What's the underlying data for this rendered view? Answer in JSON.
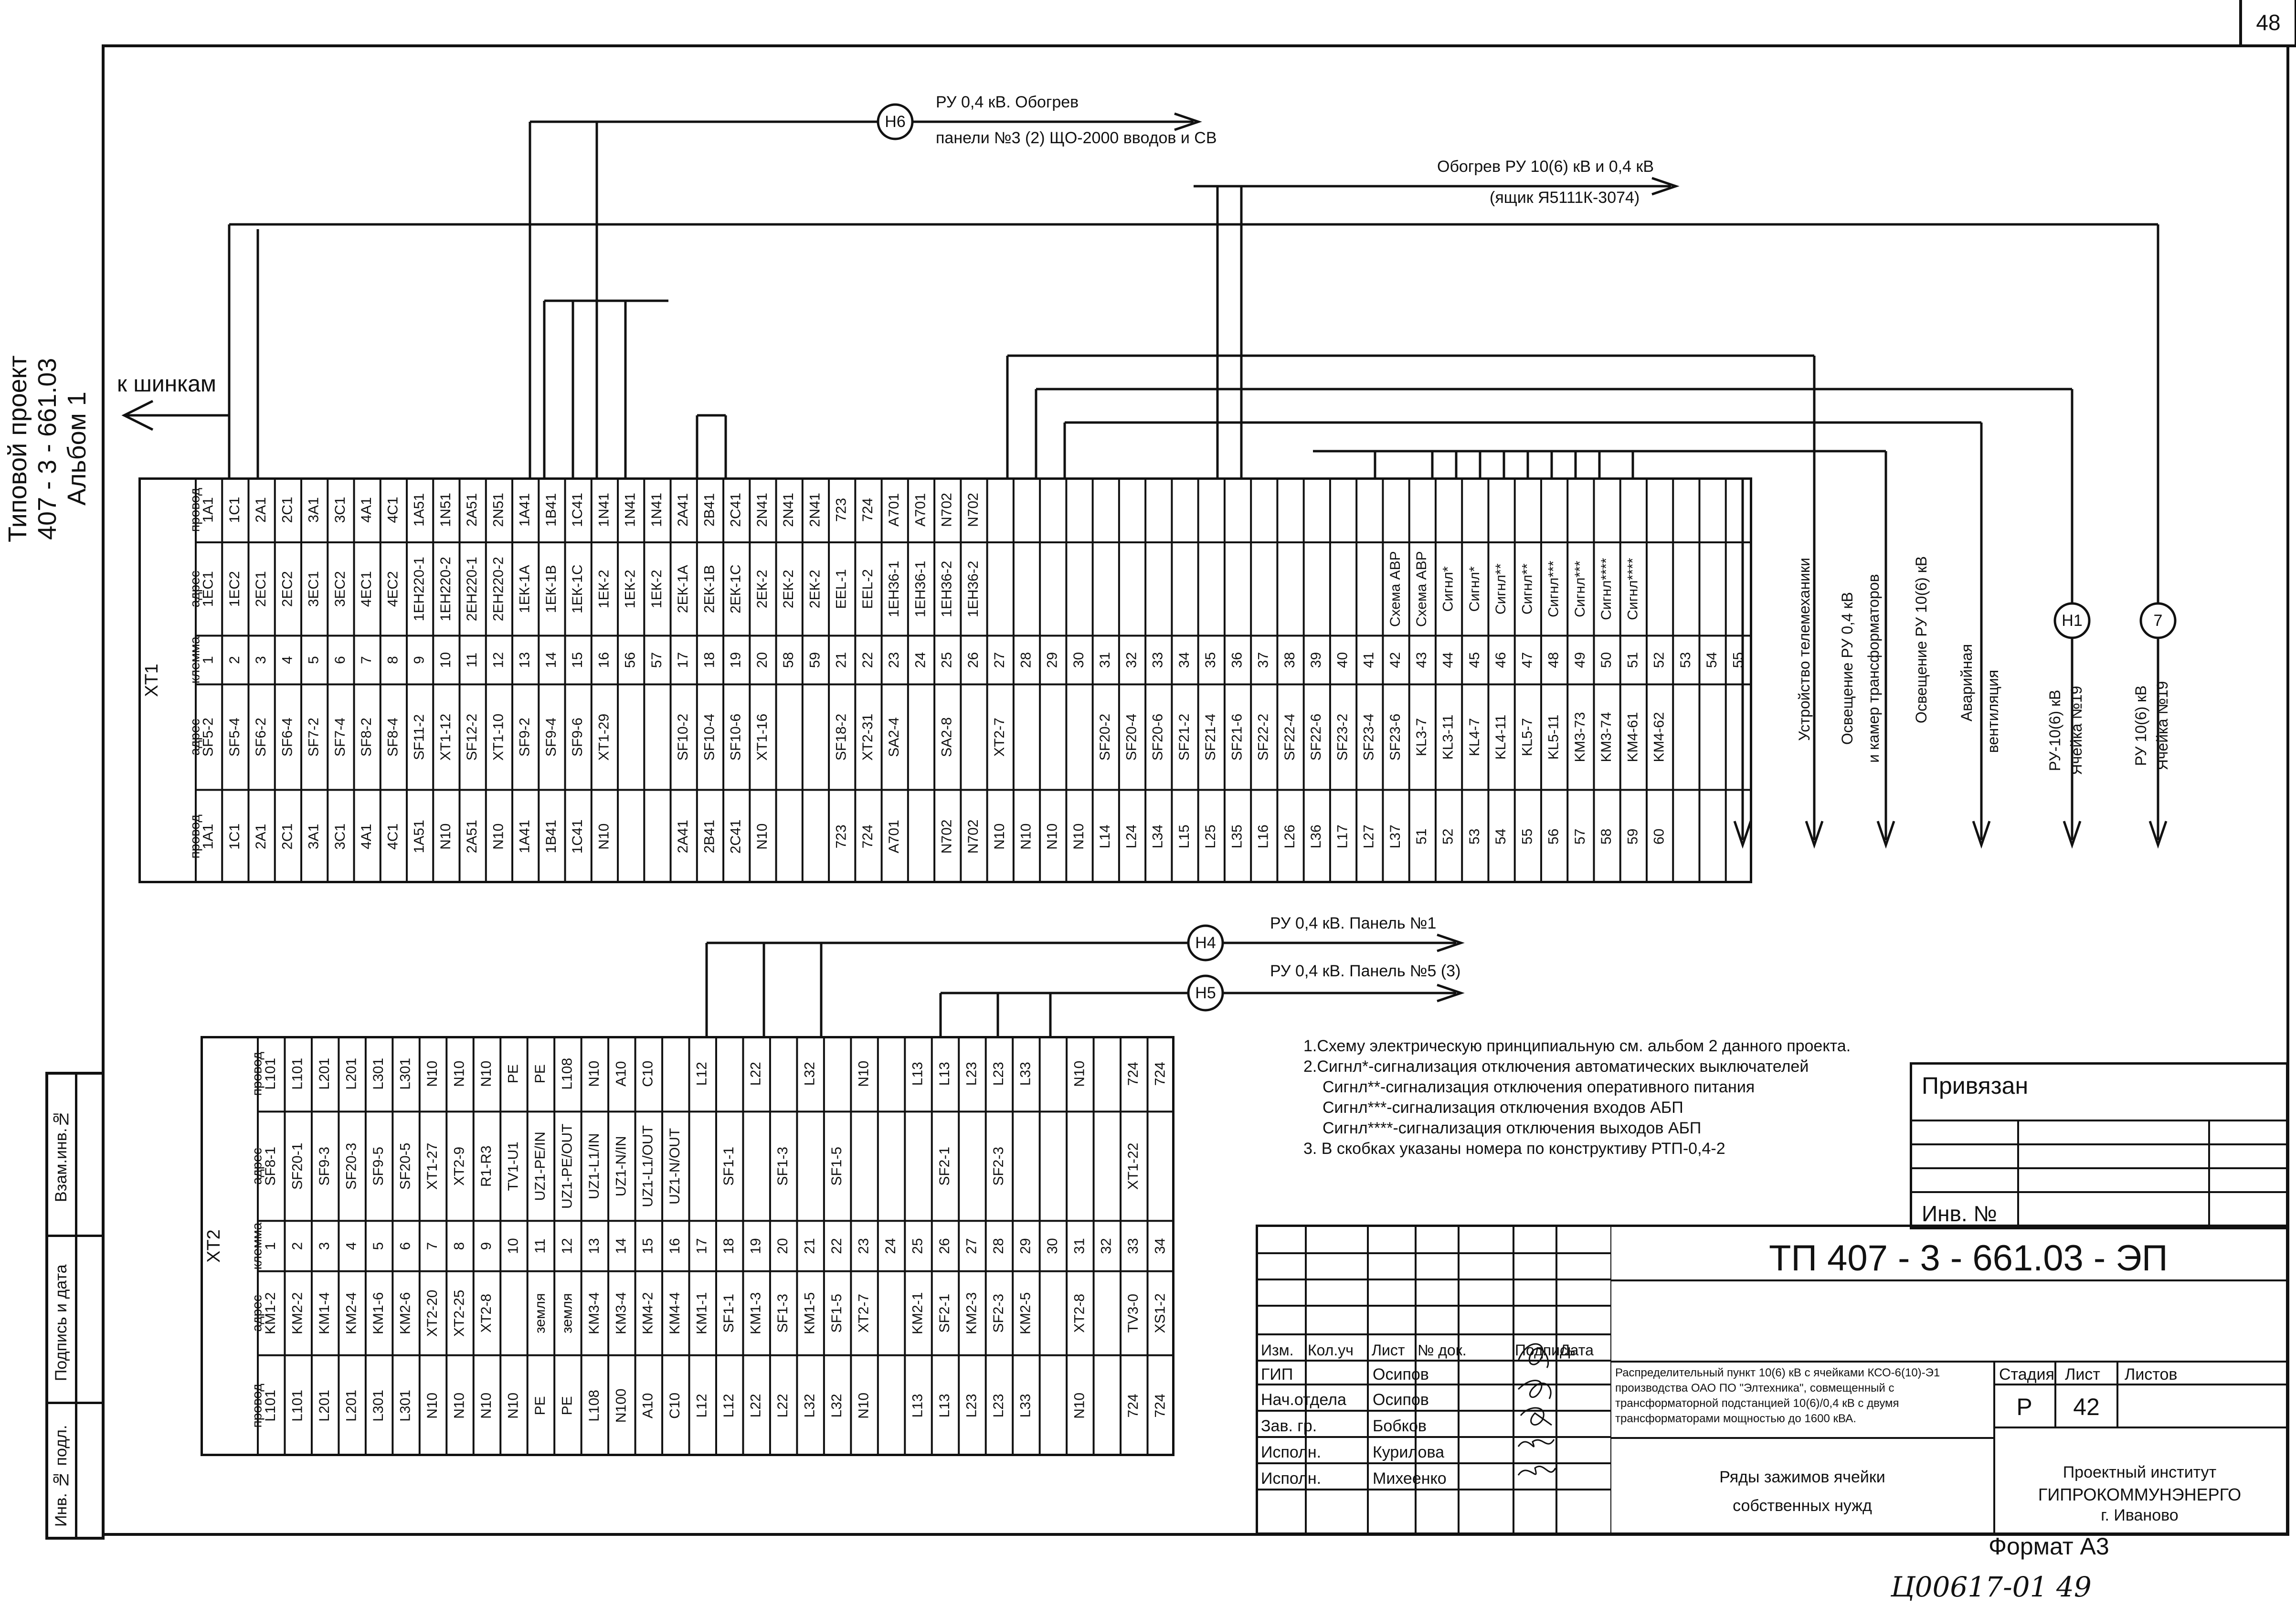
{
  "page": {
    "sheet_corner": "48",
    "format": "Формат А3",
    "handwritten_ref": "Ц00617-01  49"
  },
  "side_title": {
    "line1": "Типовой проект",
    "line2": "407 - 3 - 661.03",
    "line3": "Альбом 1"
  },
  "side_stamp": [
    "Инв. № подл.",
    "Подпись и дата",
    "Взам.инв.№"
  ],
  "arrows": {
    "to_bus": "к шинкам",
    "h6_tag": "Н6",
    "h6_line1": "РУ 0,4 кВ. Обогрев",
    "h6_line2": "панели №3 (2) ЩО-2000 вводов и СВ",
    "heat_line1": "Обогрев РУ 10(6) кВ и 0,4 кВ",
    "heat_line2": "(ящик Я5111К-3074)",
    "h4_tag": "Н4",
    "h4_text": "РУ 0,4 кВ. Панель №1",
    "h5_tag": "Н5",
    "h5_text": "РУ 0,4 кВ. Панель №5 (3)"
  },
  "right_labels": {
    "telemech": "Устройство телемеханики",
    "light04_1": "Освещение РУ 0,4 кВ",
    "light04_2": "и камер трансформаторов",
    "light10": "Освещение РУ 10(6) кВ",
    "vent1": "Аварийная",
    "vent2": "вентиляция",
    "h1_tag": "Н1",
    "h1_1": "РУ-10(6) кВ",
    "h1_2": "Ячейка №19",
    "t7_tag": "7",
    "t7_1": "РУ 10(6) кВ",
    "t7_2": "Ячейка №19"
  },
  "xt1": {
    "title": "XT1",
    "headers": [
      "провод",
      "адрес",
      "клемма",
      "адрес",
      "провод"
    ],
    "rows": [
      [
        "1А1",
        "1ЕС1",
        "1",
        "SF5-2",
        "1А1"
      ],
      [
        "1С1",
        "1ЕС2",
        "2",
        "SF5-4",
        "1С1"
      ],
      [
        "2А1",
        "2ЕС1",
        "3",
        "SF6-2",
        "2А1"
      ],
      [
        "2С1",
        "2ЕС2",
        "4",
        "SF6-4",
        "2С1"
      ],
      [
        "3А1",
        "3ЕС1",
        "5",
        "SF7-2",
        "3А1"
      ],
      [
        "3С1",
        "3ЕС2",
        "6",
        "SF7-4",
        "3С1"
      ],
      [
        "4А1",
        "4ЕС1",
        "7",
        "SF8-2",
        "4А1"
      ],
      [
        "4С1",
        "4ЕС2",
        "8",
        "SF8-4",
        "4С1"
      ],
      [
        "1А51",
        "1ЕН220-1",
        "9",
        "SF11-2",
        "1А51"
      ],
      [
        "1N51",
        "1ЕН220-2",
        "10",
        "XT1-12",
        "N10"
      ],
      [
        "2А51",
        "2ЕН220-1",
        "11",
        "SF12-2",
        "2А51"
      ],
      [
        "2N51",
        "2ЕН220-2",
        "12",
        "XT1-10",
        "N10"
      ],
      [
        "1А41",
        "1ЕК-1А",
        "13",
        "SF9-2",
        "1А41"
      ],
      [
        "1В41",
        "1ЕК-1В",
        "14",
        "SF9-4",
        "1В41"
      ],
      [
        "1С41",
        "1ЕК-1С",
        "15",
        "SF9-6",
        "1С41"
      ],
      [
        "1N41",
        "1ЕК-2",
        "16",
        "XT1-29",
        "N10"
      ],
      [
        "1N41",
        "1ЕК-2",
        "56",
        "",
        ""
      ],
      [
        "1N41",
        "1ЕК-2",
        "57",
        "",
        ""
      ],
      [
        "2А41",
        "2ЕК-1А",
        "17",
        "SF10-2",
        "2А41"
      ],
      [
        "2В41",
        "2ЕК-1В",
        "18",
        "SF10-4",
        "2В41"
      ],
      [
        "2С41",
        "2ЕК-1С",
        "19",
        "SF10-6",
        "2С41"
      ],
      [
        "2N41",
        "2ЕК-2",
        "20",
        "XT1-16",
        "N10"
      ],
      [
        "2N41",
        "2ЕК-2",
        "58",
        "",
        ""
      ],
      [
        "2N41",
        "2ЕК-2",
        "59",
        "",
        ""
      ],
      [
        "723",
        "ЕЕL-1",
        "21",
        "SF18-2",
        "723"
      ],
      [
        "724",
        "ЕЕL-2",
        "22",
        "XT2-31",
        "724"
      ],
      [
        "А701",
        "1ЕН36-1",
        "23",
        "SA2-4",
        "А701"
      ],
      [
        "А701",
        "1ЕН36-1",
        "24",
        "",
        ""
      ],
      [
        "N702",
        "1ЕН36-2",
        "25",
        "SA2-8",
        "N702"
      ],
      [
        "N702",
        "1ЕН36-2",
        "26",
        "",
        "N702"
      ],
      [
        "",
        "",
        "27",
        "XT2-7",
        "N10"
      ],
      [
        "",
        "",
        "28",
        "",
        "N10"
      ],
      [
        "",
        "",
        "29",
        "",
        "N10"
      ],
      [
        "",
        "",
        "30",
        "",
        "N10"
      ],
      [
        "",
        "",
        "31",
        "SF20-2",
        "L14"
      ],
      [
        "",
        "",
        "32",
        "SF20-4",
        "L24"
      ],
      [
        "",
        "",
        "33",
        "SF20-6",
        "L34"
      ],
      [
        "",
        "",
        "34",
        "SF21-2",
        "L15"
      ],
      [
        "",
        "",
        "35",
        "SF21-4",
        "L25"
      ],
      [
        "",
        "",
        "36",
        "SF21-6",
        "L35"
      ],
      [
        "",
        "",
        "37",
        "SF22-2",
        "L16"
      ],
      [
        "",
        "",
        "38",
        "SF22-4",
        "L26"
      ],
      [
        "",
        "",
        "39",
        "SF22-6",
        "L36"
      ],
      [
        "",
        "",
        "40",
        "SF23-2",
        "L17"
      ],
      [
        "",
        "",
        "41",
        "SF23-4",
        "L27"
      ],
      [
        "",
        "Схема АВР",
        "42",
        "SF23-6",
        "L37"
      ],
      [
        "",
        "Схема АВР",
        "43",
        "KL3-7",
        "51"
      ],
      [
        "",
        "Сигнл*",
        "44",
        "KL3-11",
        "52"
      ],
      [
        "",
        "Сигнл*",
        "45",
        "KL4-7",
        "53"
      ],
      [
        "",
        "Сигнл**",
        "46",
        "KL4-11",
        "54"
      ],
      [
        "",
        "Сигнл**",
        "47",
        "KL5-7",
        "55"
      ],
      [
        "",
        "Сигнл***",
        "48",
        "KL5-11",
        "56"
      ],
      [
        "",
        "Сигнл***",
        "49",
        "KM3-73",
        "57"
      ],
      [
        "",
        "Сигнл****",
        "50",
        "KM3-74",
        "58"
      ],
      [
        "",
        "Сигнл****",
        "51",
        "KM4-61",
        "59"
      ],
      [
        "",
        "",
        "52",
        "KM4-62",
        "60"
      ],
      [
        "",
        "",
        "53",
        "",
        ""
      ],
      [
        "",
        "",
        "54",
        "",
        ""
      ],
      [
        "",
        "",
        "55",
        "",
        ""
      ]
    ]
  },
  "xt2": {
    "title": "XT2",
    "headers": [
      "провод",
      "адрес",
      "клемма",
      "адрес",
      "провод"
    ],
    "rows": [
      [
        "L101",
        "SF8-1",
        "1",
        "KM1-2",
        "L101"
      ],
      [
        "L101",
        "SF20-1",
        "2",
        "KM2-2",
        "L101"
      ],
      [
        "L201",
        "SF9-3",
        "3",
        "KM1-4",
        "L201"
      ],
      [
        "L201",
        "SF20-3",
        "4",
        "KM2-4",
        "L201"
      ],
      [
        "L301",
        "SF9-5",
        "5",
        "KM1-6",
        "L301"
      ],
      [
        "L301",
        "SF20-5",
        "6",
        "KM2-6",
        "L301"
      ],
      [
        "N10",
        "XT1-27",
        "7",
        "XT2-20",
        "N10"
      ],
      [
        "N10",
        "XT2-9",
        "8",
        "XT2-25",
        "N10"
      ],
      [
        "N10",
        "R1-R3",
        "9",
        "XT2-8",
        "N10"
      ],
      [
        "PE",
        "TV1-U1",
        "10",
        "",
        "N10"
      ],
      [
        "PE",
        "UZ1-PE/IN",
        "11",
        "земля",
        "PE"
      ],
      [
        "L108",
        "UZ1-PE/OUT",
        "12",
        "земля",
        "PE"
      ],
      [
        "N10",
        "UZ1-L1/IN",
        "13",
        "KM3-4",
        "L108"
      ],
      [
        "A10",
        "UZ1-N/IN",
        "14",
        "KM3-4",
        "N100"
      ],
      [
        "C10",
        "UZ1-L1/OUT",
        "15",
        "KM4-2",
        "A10"
      ],
      [
        "",
        "UZ1-N/OUT",
        "16",
        "KM4-4",
        "C10"
      ],
      [
        "L12",
        "",
        "17",
        "KM1-1",
        "L12"
      ],
      [
        "",
        "SF1-1",
        "18",
        "SF1-1",
        "L12"
      ],
      [
        "L22",
        "",
        "19",
        "KM1-3",
        "L22"
      ],
      [
        "",
        "SF1-3",
        "20",
        "SF1-3",
        "L22"
      ],
      [
        "L32",
        "",
        "21",
        "KM1-5",
        "L32"
      ],
      [
        "",
        "SF1-5",
        "22",
        "SF1-5",
        "L32"
      ],
      [
        "N10",
        "",
        "23",
        "XT2-7",
        "N10"
      ],
      [
        "",
        "",
        "24",
        "",
        ""
      ],
      [
        "L13",
        "",
        "25",
        "KM2-1",
        "L13"
      ],
      [
        "L13",
        "SF2-1",
        "26",
        "SF2-1",
        "L13"
      ],
      [
        "L23",
        "",
        "27",
        "KM2-3",
        "L23"
      ],
      [
        "L23",
        "SF2-3",
        "28",
        "SF2-3",
        "L23"
      ],
      [
        "L33",
        "",
        "29",
        "KM2-5",
        "L33"
      ],
      [
        "",
        "",
        "30",
        "",
        ""
      ],
      [
        "N10",
        "",
        "31",
        "XT2-8",
        "N10"
      ],
      [
        "",
        "",
        "32",
        "",
        ""
      ],
      [
        "724",
        "XT1-22",
        "33",
        "TV3-0",
        "724"
      ],
      [
        "724",
        "",
        "34",
        "XS1-2",
        "724"
      ]
    ]
  },
  "notes": [
    "1.Схему электрическую принципиальную см. альбом 2 данного проекта.",
    "2.Сигнл*-сигнализация отключения автоматических выключателей",
    "Сигнл**-сигнализация отключения оперативного питания",
    "Сигнл***-сигнализация отключения входов АБП",
    "Сигнл****-сигнализация отключения выходов АБП",
    "3. В скобках указаны номера по конструктиву РТП-0,4-2"
  ],
  "binding": {
    "title": "Привязан",
    "inv": "Инв. №"
  },
  "title_block": {
    "code": "ТП  407 - 3 - 661.03 - ЭП",
    "col_heads": [
      "Изм.",
      "Кол.уч",
      "Лист",
      "№ док.",
      "Подпись",
      "Дата"
    ],
    "roles": [
      "ГИП",
      "Нач.отдела",
      "Зав. гр.",
      "Исполн.",
      "Исполн."
    ],
    "names": [
      "Осипов",
      "Осипов",
      "Бобков",
      "Курилова",
      "Михеенко"
    ],
    "description": "Распределительный пункт 10(6) кВ с ячейками КСО-6(10)-Э1 производства ОАО ПО \"Элтехника\", совмещенный с трансформаторной подстанцией 10(6)/0,4 кВ с двумя трансформаторами мощностью до 1600 кВА.",
    "sheet_name1": "Ряды зажимов ячейки",
    "sheet_name2": "собственных нужд",
    "stage_head": "Стадия",
    "sheet_head": "Лист",
    "sheets_head": "Листов",
    "stage": "Р",
    "sheet": "42",
    "sheets": "",
    "org1": "Проектный институт",
    "org2": "ГИПРОКОММУНЭНЕРГО",
    "org3": "г. Иваново"
  }
}
